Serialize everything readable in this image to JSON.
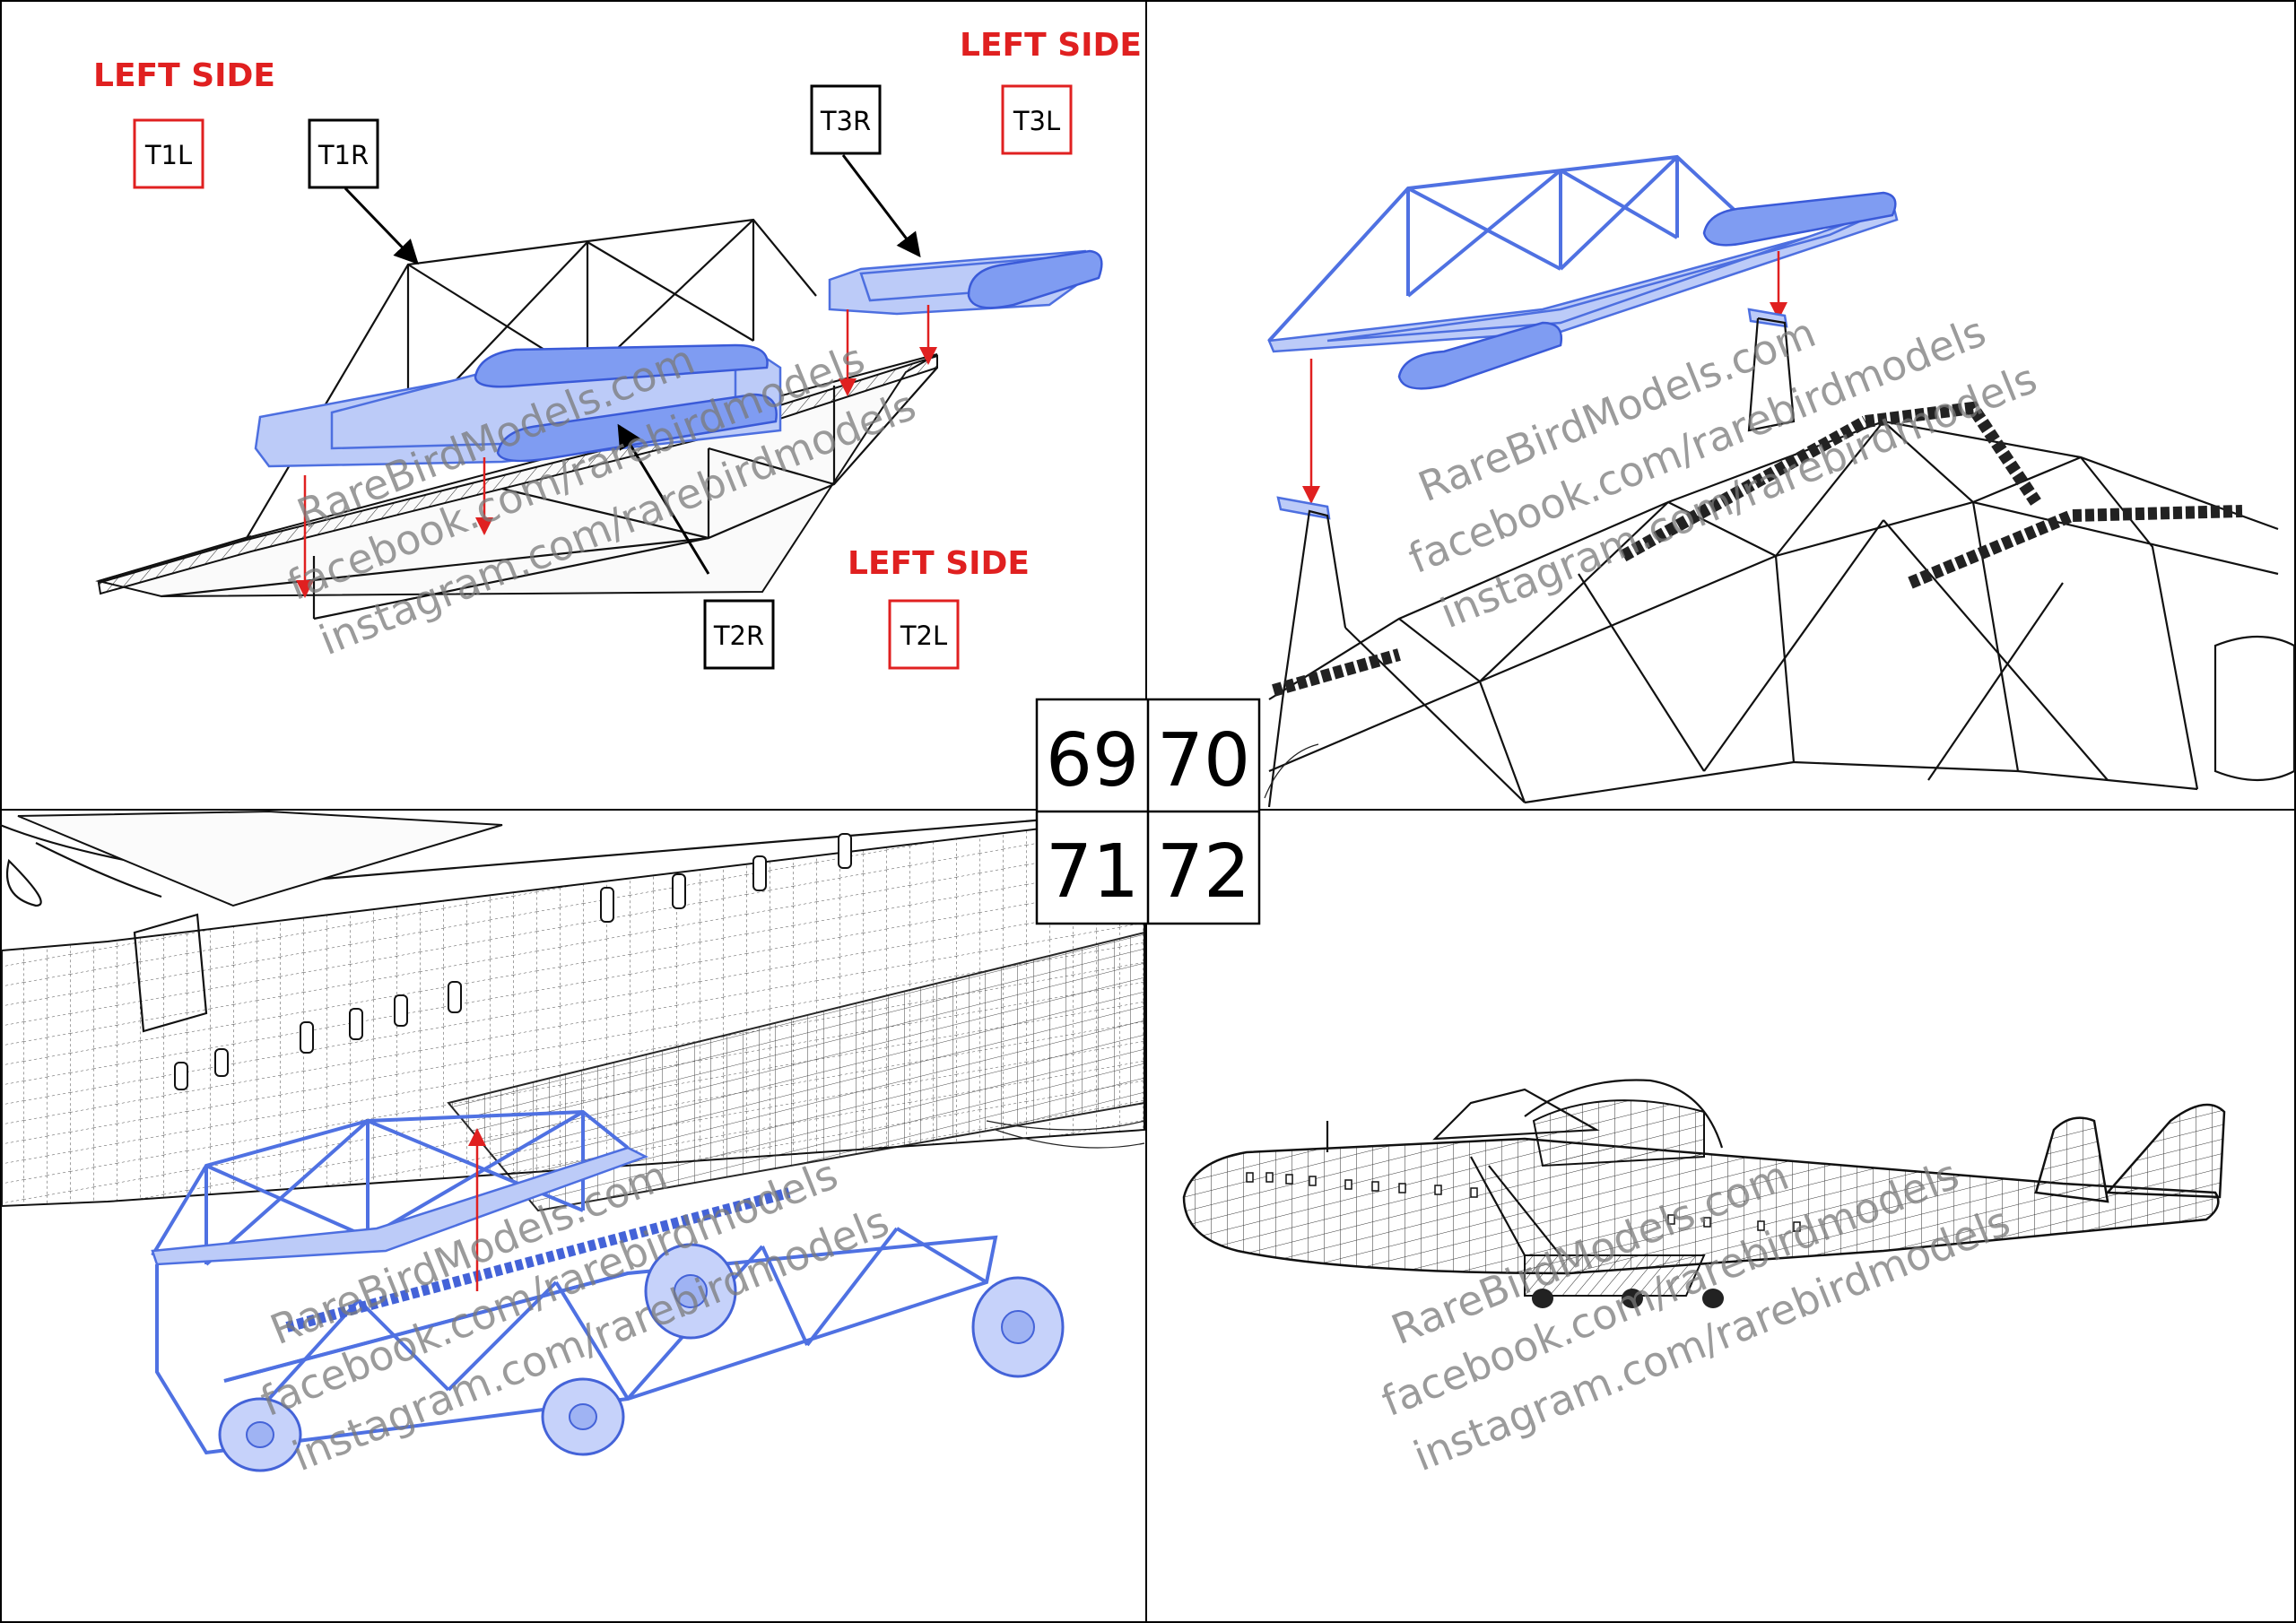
{
  "pages": {
    "top_left": "69",
    "top_right": "70",
    "bottom_left": "71",
    "bottom_right": "72"
  },
  "labels": {
    "left_side_1": "LEFT SIDE",
    "left_side_2": "LEFT SIDE",
    "left_side_3": "LEFT SIDE"
  },
  "parts": {
    "t1l": "T1L",
    "t1r": "T1R",
    "t2l": "T2L",
    "t2r": "T2R",
    "t3l": "T3L",
    "t3r": "T3R"
  },
  "watermarks": {
    "site": "RareBirdModels.com",
    "facebook": "facebook.com/rarebirdmodels",
    "instagram": "instagram.com/rarebirdmodels"
  },
  "colors": {
    "left_side_red": "#e02020",
    "part_blue": "#4d6fe0",
    "outline_black": "#000000"
  }
}
